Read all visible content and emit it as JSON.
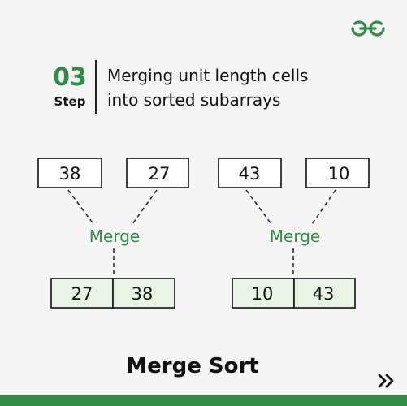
{
  "brand": {
    "logo_icon": "geeksforgeeks-logo-icon",
    "accent_color": "#2f8d46"
  },
  "step": {
    "number": "03",
    "label": "Step",
    "title_line1": "Merging unit length cells",
    "title_line2": "into sorted subarrays"
  },
  "diagram": {
    "groups": [
      {
        "inputs": [
          "38",
          "27"
        ],
        "merge_label": "Merge",
        "output": [
          "27",
          "38"
        ]
      },
      {
        "inputs": [
          "43",
          "10"
        ],
        "merge_label": "Merge",
        "output": [
          "10",
          "43"
        ]
      }
    ],
    "cell_fill_input": "#ffffff",
    "cell_fill_output": "#e8f3e6"
  },
  "footer": {
    "title": "Merge Sort",
    "next_icon": "double-chevron-right-icon"
  }
}
